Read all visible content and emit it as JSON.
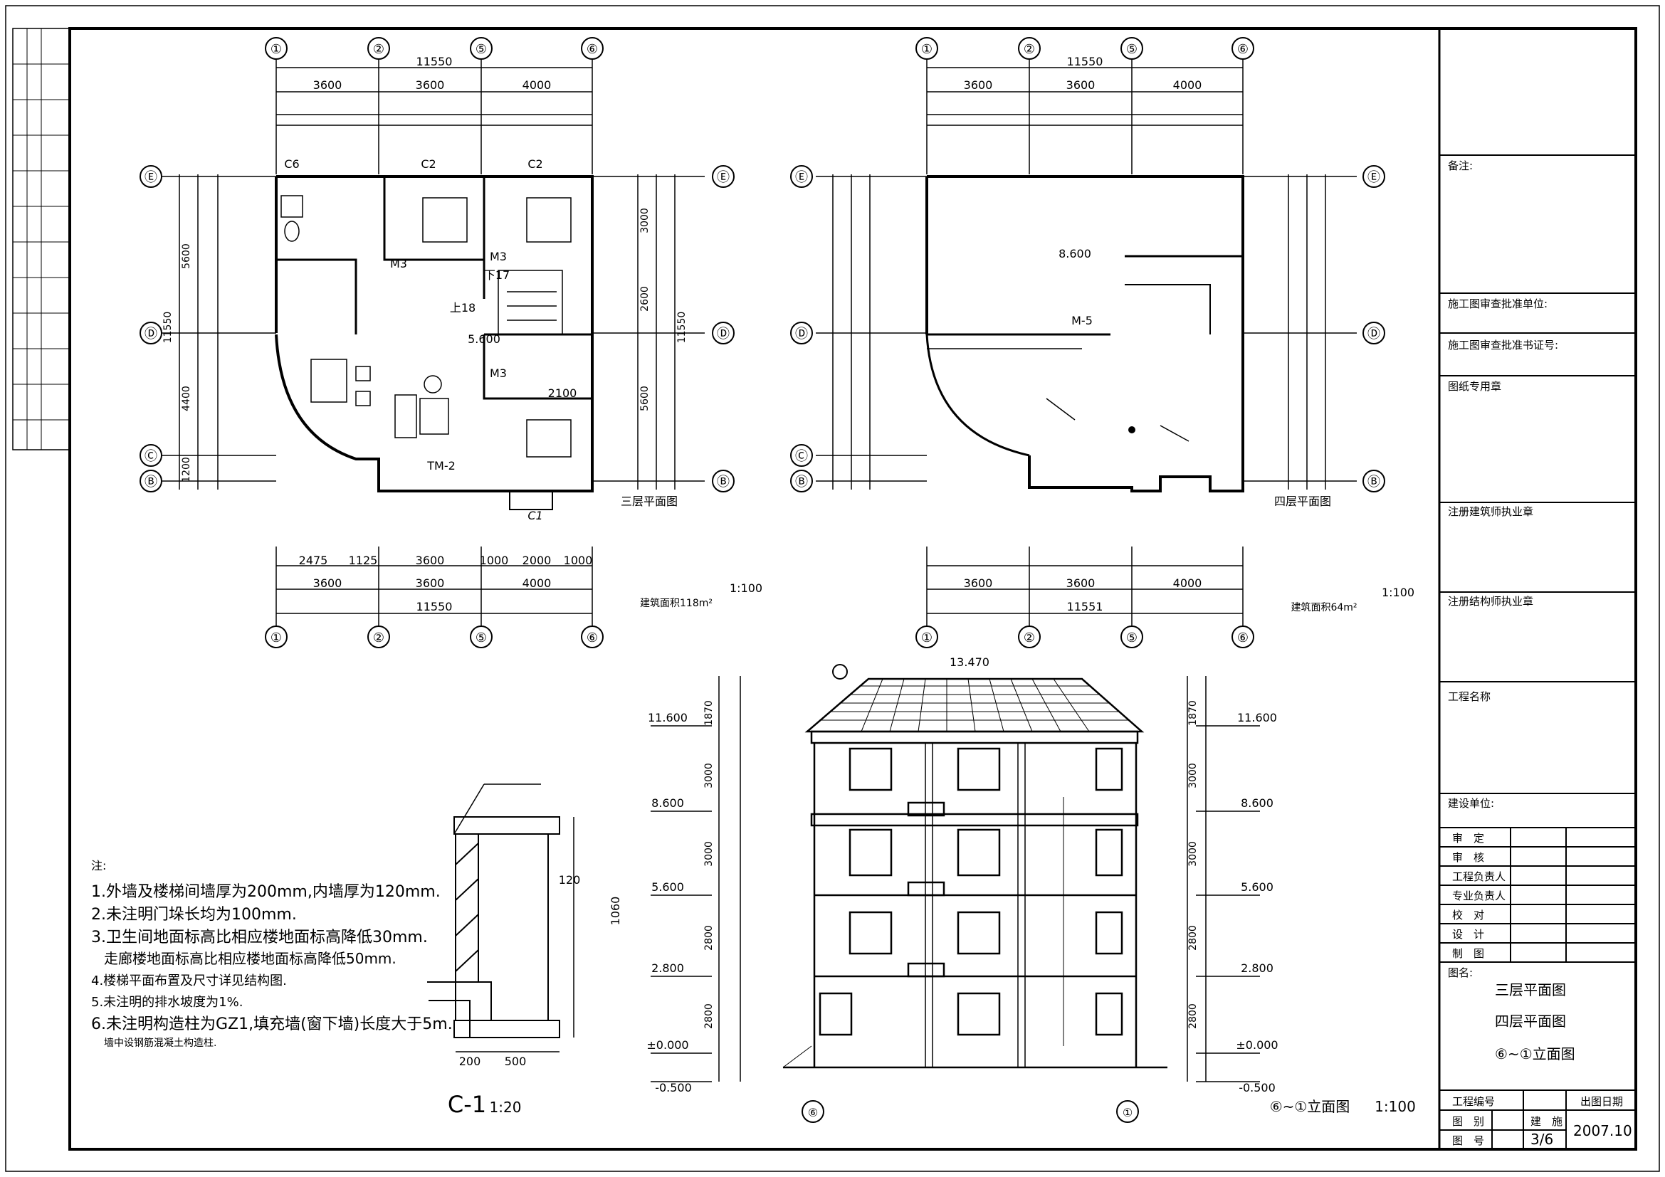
{
  "title_block": {
    "remarks": "备注:",
    "review_unit": "施工图审查批准单位:",
    "review_cert": "施工图审查批准书证号:",
    "seal": "图纸专用章",
    "architect_seal": "注册建筑师执业章",
    "structural_seal": "注册结构师执业章",
    "project_name": "工程名称",
    "client": "建设单位:",
    "approve": "审　定",
    "check": "审　核",
    "engineer": "工程负责人",
    "specialist": "专业负责人",
    "proof": "校　对",
    "design": "设　计",
    "draw": "制　图",
    "drawing_name_label": "图名:",
    "names": [
      "三层平面图",
      "四层平面图",
      "⑥~①立面图"
    ],
    "project_no": "工程编号",
    "category": "图　别",
    "sheet_no": "图　号",
    "category_value": "建　施",
    "sheet_no_value": "3/6",
    "issue_date": "出图日期",
    "issue_date_value": "2007.10"
  },
  "plan3": {
    "title": "三层平面图",
    "scale": "1:100",
    "area": "建筑面积118m²",
    "level": "5.600",
    "axes": [
      "①",
      "②",
      "⑤",
      "⑥"
    ],
    "row_axes": [
      "Ⓔ",
      "Ⓓ",
      "Ⓒ",
      "Ⓑ"
    ],
    "door_tm": "TM-2",
    "window_c1": "C1",
    "dim_2100": "2100",
    "win_c6": "C6",
    "win_c2": "C2",
    "door_m3": "M3",
    "stair_down": "下17",
    "stair_up": "上18",
    "dims": {
      "total": "11550",
      "top_row": [
        "3600",
        "3600",
        "4000"
      ],
      "bottom_mid": [
        "3600",
        "3600",
        "4000"
      ],
      "bottom_top": [
        "2475",
        "1125",
        "3600",
        "1000",
        "2000",
        "1000"
      ],
      "left": [
        "5600",
        "4400",
        "1200"
      ],
      "right": [
        "3000",
        "2600",
        "5600"
      ]
    }
  },
  "plan4": {
    "title": "四层平面图",
    "area": "建筑面积64m²",
    "level": "8.600",
    "door": "M-5",
    "total_bottom": "11551"
  },
  "detail": {
    "title": "C-1",
    "scale": "1:20",
    "dims": [
      "200",
      "500"
    ],
    "height": "1060",
    "note_120": "120"
  },
  "notes": {
    "heading": "注:",
    "items": [
      "1.外墙及楼梯间墙厚为200mm,内墙厚为120mm.",
      "2.未注明门垛长均为100mm.",
      "3.卫生间地面标高比相应楼地面标高降低30mm.",
      "走廊楼地面标高比相应楼地面标高降低50mm.",
      "4.楼梯平面布置及尺寸详见结构图.",
      "5.未注明的排水坡度为1%.",
      "6.未注明构造柱为GZ1,填充墙(窗下墙)长度大于5m.",
      "墙中设钢筋混凝土构造柱."
    ]
  },
  "elevation": {
    "title": "⑥~①立面图",
    "ridge": "13.470",
    "levels": [
      "11.600",
      "8.600",
      "5.600",
      "2.800",
      "±0.000",
      "-0.500"
    ],
    "dims": [
      "1870",
      "3000",
      "2800"
    ]
  }
}
